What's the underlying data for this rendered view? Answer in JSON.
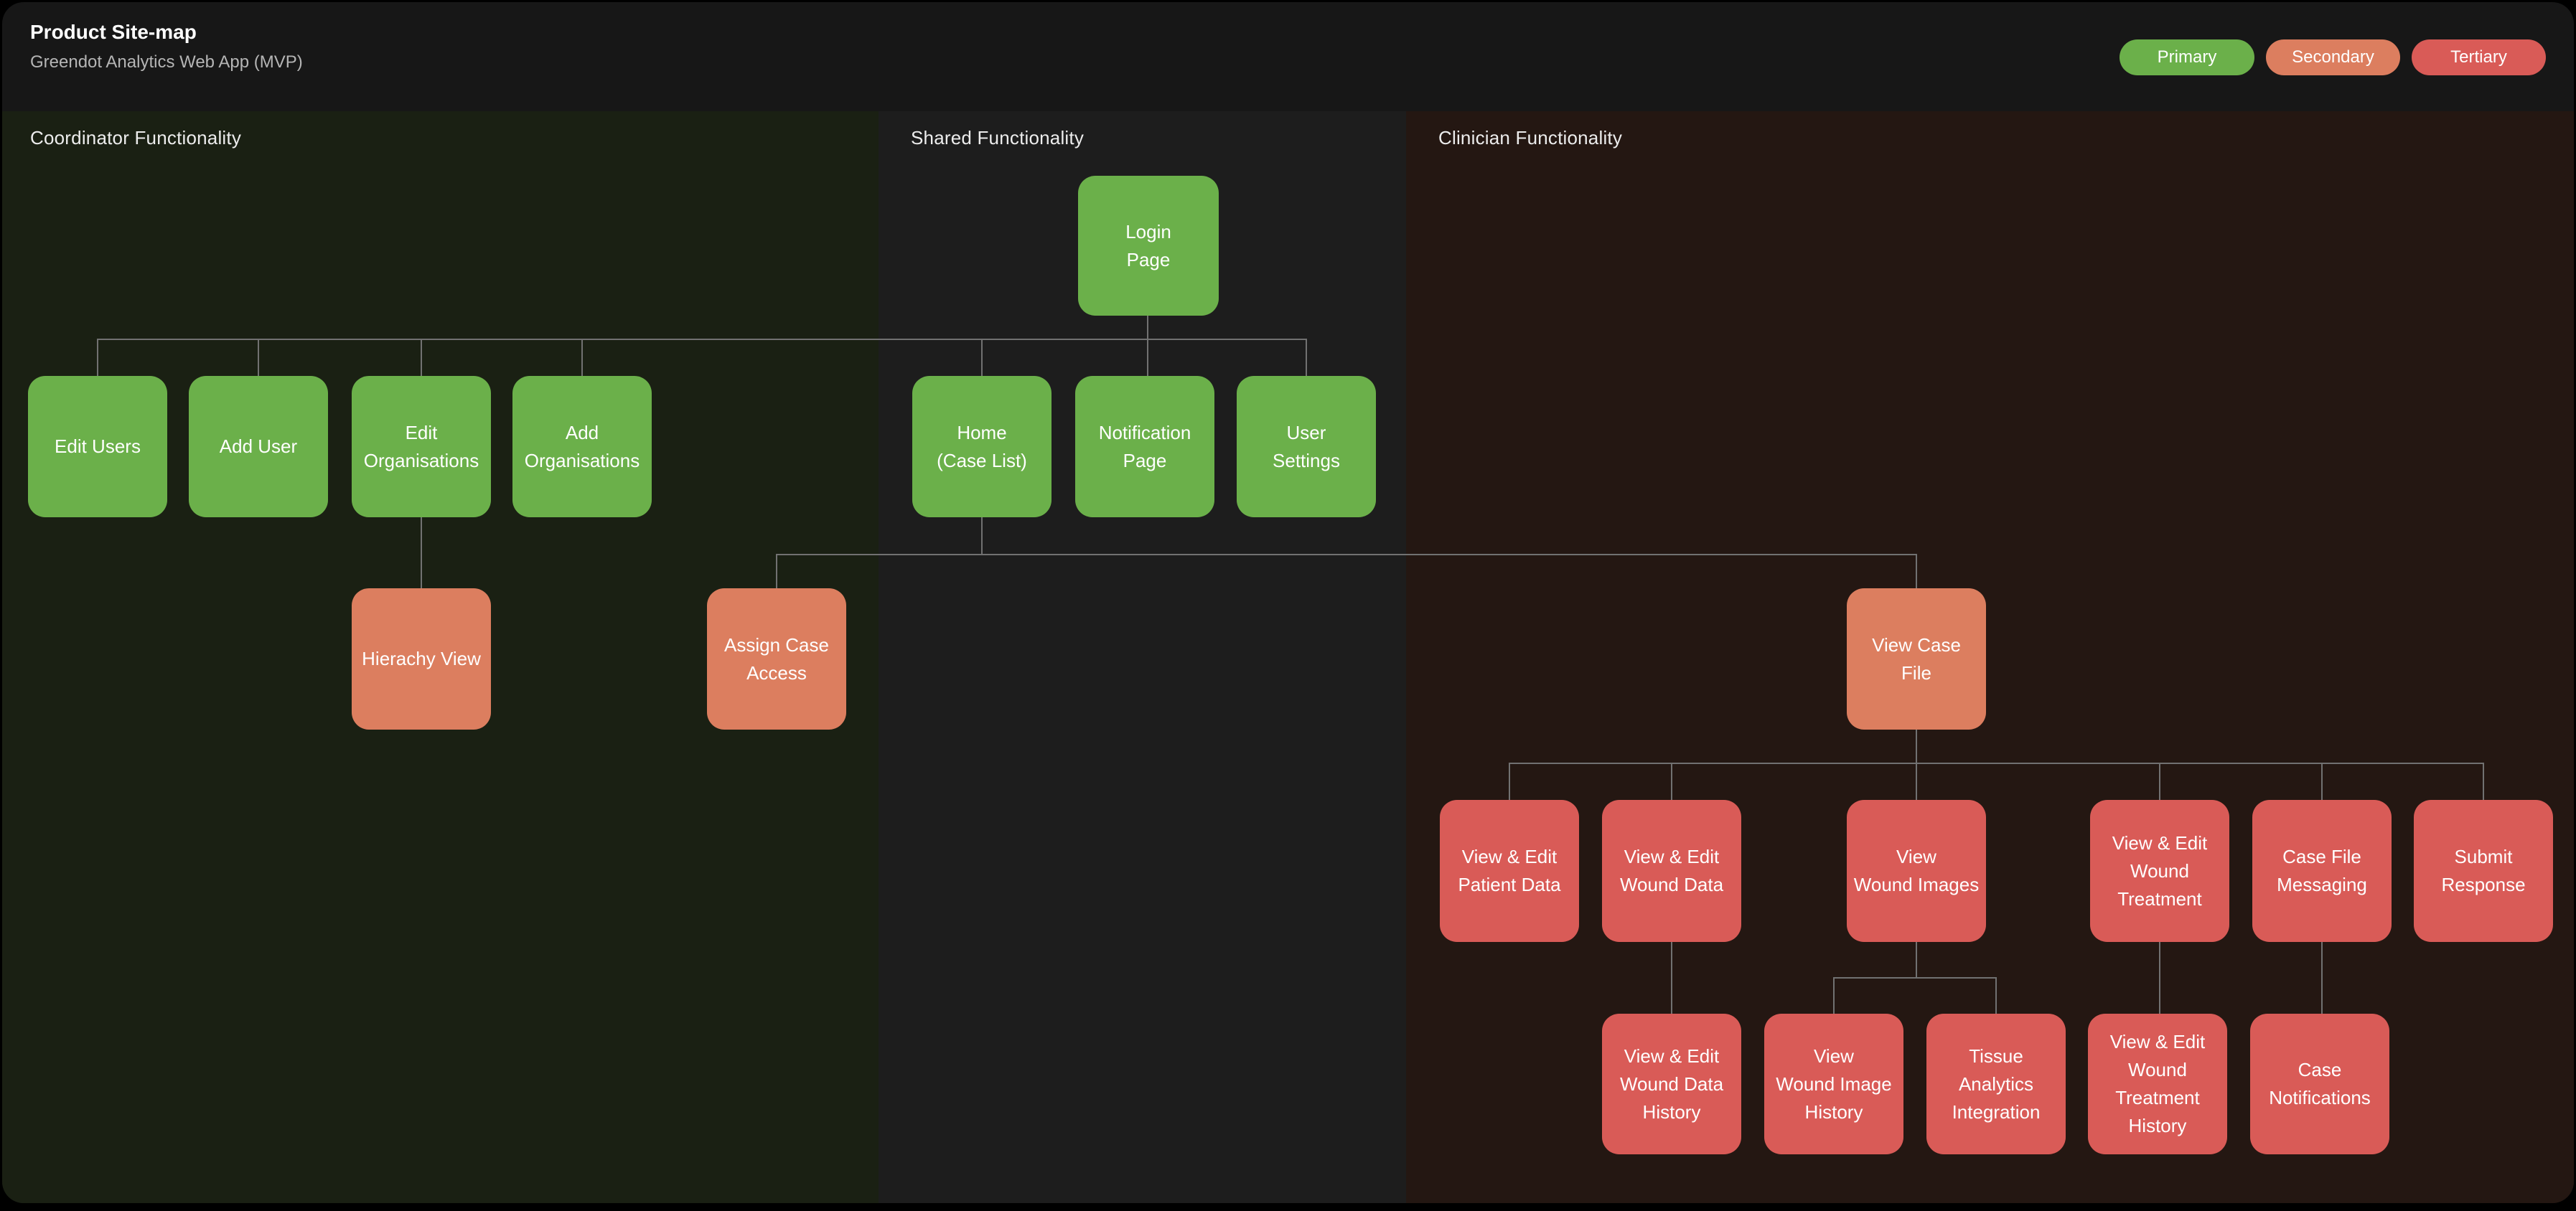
{
  "header": {
    "title": "Product Site-map",
    "subtitle": "Greendot Analytics Web App (MVP)"
  },
  "legend": {
    "items": [
      {
        "label": "Primary",
        "color": "#6bb04a"
      },
      {
        "label": "Secondary",
        "color": "#dc7e5f"
      },
      {
        "label": "Tertiary",
        "color": "#d95b57"
      }
    ]
  },
  "columns": {
    "coordinator": {
      "label": "Coordinator Functionality"
    },
    "shared": {
      "label": "Shared Functionality"
    },
    "clinician": {
      "label": "Clinician Functionality"
    }
  },
  "nodes": {
    "login": {
      "label": "Login\nPage",
      "tier": "primary"
    },
    "edit_users": {
      "label": "Edit Users",
      "tier": "primary"
    },
    "add_user": {
      "label": "Add User",
      "tier": "primary"
    },
    "edit_organisations": {
      "label": "Edit\nOrganisations",
      "tier": "primary"
    },
    "add_organisations": {
      "label": "Add\nOrganisations",
      "tier": "primary"
    },
    "home": {
      "label": "Home\n(Case List)",
      "tier": "primary"
    },
    "notification_page": {
      "label": "Notification\nPage",
      "tier": "primary"
    },
    "user_settings": {
      "label": "User\nSettings",
      "tier": "primary"
    },
    "hierachy_view": {
      "label": "Hierachy View",
      "tier": "secondary"
    },
    "assign_case_access": {
      "label": "Assign Case\nAccess",
      "tier": "secondary"
    },
    "view_case_file": {
      "label": "View Case\nFile",
      "tier": "secondary"
    },
    "patient_data": {
      "label": "View & Edit\nPatient Data",
      "tier": "tertiary"
    },
    "wound_data": {
      "label": "View & Edit\nWound Data",
      "tier": "tertiary"
    },
    "wound_images": {
      "label": "View\nWound Images",
      "tier": "tertiary"
    },
    "wound_treatment": {
      "label": "View & Edit\nWound\nTreatment",
      "tier": "tertiary"
    },
    "case_file_messaging": {
      "label": "Case File\nMessaging",
      "tier": "tertiary"
    },
    "submit_response": {
      "label": "Submit\nResponse",
      "tier": "tertiary"
    },
    "wound_data_history": {
      "label": "View & Edit\nWound Data\nHistory",
      "tier": "tertiary"
    },
    "wound_image_history": {
      "label": "View\nWound Image\nHistory",
      "tier": "tertiary"
    },
    "tissue_analytics": {
      "label": "Tissue\nAnalytics\nIntegration",
      "tier": "tertiary"
    },
    "wound_treatment_history": {
      "label": "View & Edit\nWound\nTreatment\nHistory",
      "tier": "tertiary"
    },
    "case_notifications": {
      "label": "Case\nNotifications",
      "tier": "tertiary"
    }
  },
  "colors": {
    "canvas_bg": "#171717",
    "coordinator_column_bg": "#1a2013",
    "shared_column_bg": "#1d1d1d",
    "clinician_column_bg": "#241712",
    "connector": "#717171",
    "tier_primary": "#6bb04a",
    "tier_secondary": "#dc7e5f",
    "tier_tertiary": "#d95b57"
  }
}
